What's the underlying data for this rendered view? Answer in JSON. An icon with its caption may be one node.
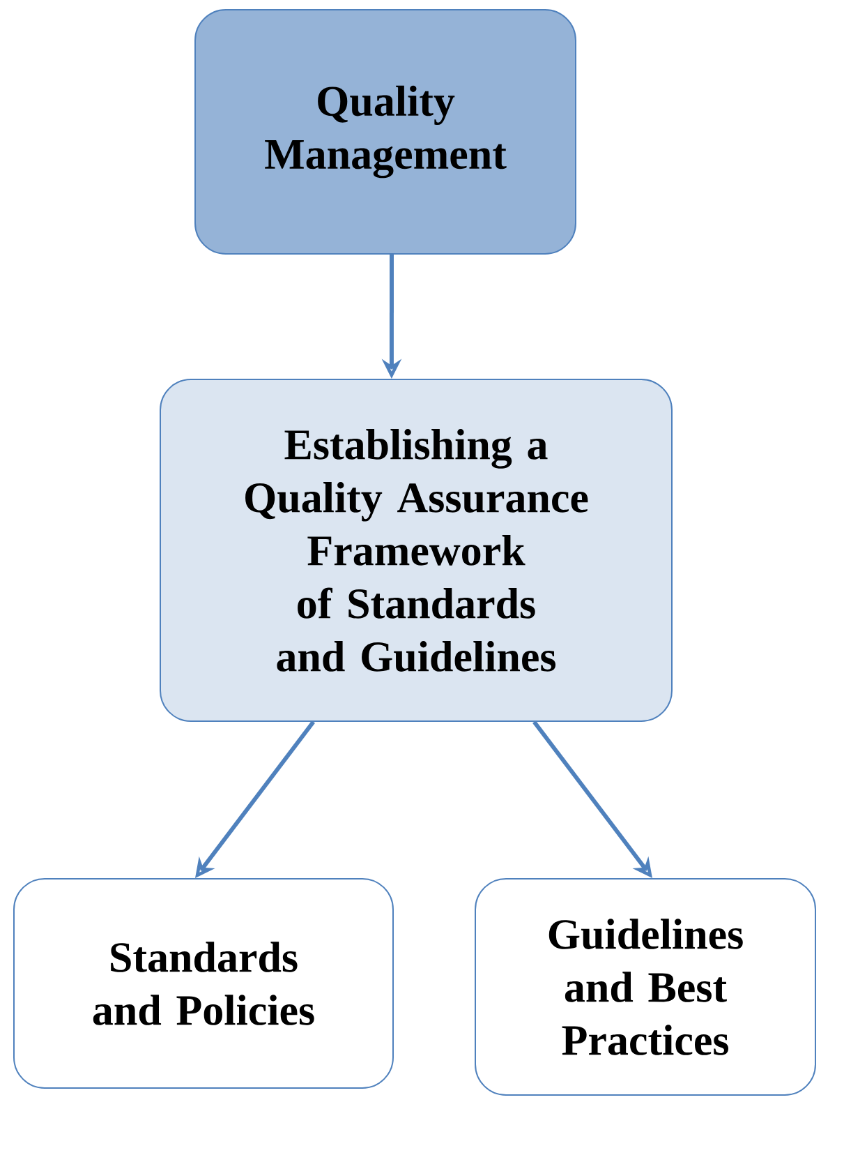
{
  "diagram": {
    "nodes": [
      {
        "text": [
          "Quality Management"
        ]
      },
      {
        "text": [
          "Establishing a Quality Assurance Framework of Standards and Guidelines"
        ]
      },
      {
        "text": [
          "Standards and Policies"
        ]
      },
      {
        "text": [
          "Guidelines and Best Practices"
        ]
      }
    ],
    "edges": [
      {
        "from": 0,
        "to": 1,
        "arrow": "to"
      },
      {
        "from": 1,
        "to": 2,
        "arrow": "to"
      },
      {
        "from": 1,
        "to": 3,
        "arrow": "to"
      }
    ]
  }
}
